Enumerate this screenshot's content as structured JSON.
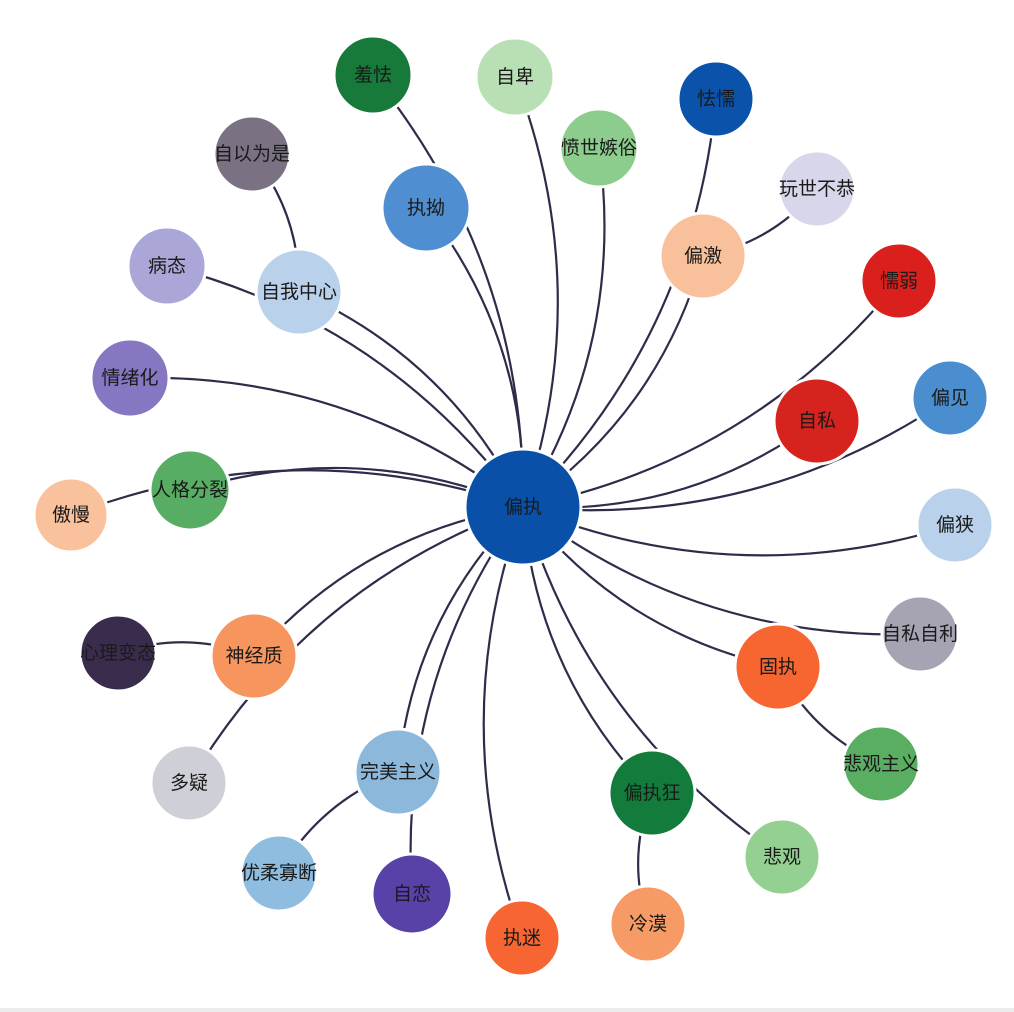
{
  "center": {
    "id": "c",
    "label": "偏执",
    "color": "#0b50a8"
  },
  "nodes": [
    {
      "id": "n1",
      "label": "羞怯",
      "color": "#177a3b"
    },
    {
      "id": "n2",
      "label": "自卑",
      "color": "#b9e0b4"
    },
    {
      "id": "n3",
      "label": "怯懦",
      "color": "#0b52ab"
    },
    {
      "id": "n4",
      "label": "愤世嫉俗",
      "color": "#8ccc8c"
    },
    {
      "id": "n5",
      "label": "自以为是",
      "color": "#7a7283"
    },
    {
      "id": "n6",
      "label": "执拗",
      "color": "#4f8ed0"
    },
    {
      "id": "n7",
      "label": "玩世不恭",
      "color": "#d7d6ea"
    },
    {
      "id": "n8",
      "label": "偏激",
      "color": "#f9c19b"
    },
    {
      "id": "n9",
      "label": "病态",
      "color": "#aaa6d8"
    },
    {
      "id": "n10",
      "label": "自我中心",
      "color": "#b9d1eb"
    },
    {
      "id": "n11",
      "label": "懦弱",
      "color": "#d9201d"
    },
    {
      "id": "n12",
      "label": "情绪化",
      "color": "#8777c2"
    },
    {
      "id": "n13",
      "label": "偏见",
      "color": "#4b8ecf"
    },
    {
      "id": "n14",
      "label": "自私",
      "color": "#d6231e"
    },
    {
      "id": "n15",
      "label": "人格分裂",
      "color": "#57ad63"
    },
    {
      "id": "n16",
      "label": "傲慢",
      "color": "#f9c29d"
    },
    {
      "id": "n17",
      "label": "偏狭",
      "color": "#b9d1eb"
    },
    {
      "id": "n18",
      "label": "自私自利",
      "color": "#a6a4b2"
    },
    {
      "id": "n19",
      "label": "心理变态",
      "color": "#3a2c4d"
    },
    {
      "id": "n20",
      "label": "神经质",
      "color": "#f6955e"
    },
    {
      "id": "n21",
      "label": "固执",
      "color": "#f76531"
    },
    {
      "id": "n22",
      "label": "多疑",
      "color": "#cfcfd7"
    },
    {
      "id": "n23",
      "label": "完美主义",
      "color": "#8cb8dc"
    },
    {
      "id": "n24",
      "label": "悲观主义",
      "color": "#5aae62"
    },
    {
      "id": "n25",
      "label": "偏执狂",
      "color": "#137c3c"
    },
    {
      "id": "n26",
      "label": "优柔寡断",
      "color": "#8fbde0"
    },
    {
      "id": "n27",
      "label": "悲观",
      "color": "#93d091"
    },
    {
      "id": "n28",
      "label": "自恋",
      "color": "#5842a8"
    },
    {
      "id": "n29",
      "label": "冷漠",
      "color": "#f79b66"
    },
    {
      "id": "n30",
      "label": "执迷",
      "color": "#f76532"
    }
  ],
  "edges": [
    {
      "from": "c",
      "to": "n1"
    },
    {
      "from": "c",
      "to": "n2"
    },
    {
      "from": "c",
      "to": "n3"
    },
    {
      "from": "c",
      "to": "n4"
    },
    {
      "from": "n10",
      "to": "n5"
    },
    {
      "from": "c",
      "to": "n6"
    },
    {
      "from": "n8",
      "to": "n7"
    },
    {
      "from": "c",
      "to": "n8"
    },
    {
      "from": "c",
      "to": "n9"
    },
    {
      "from": "c",
      "to": "n10"
    },
    {
      "from": "c",
      "to": "n11"
    },
    {
      "from": "c",
      "to": "n12"
    },
    {
      "from": "c",
      "to": "n13"
    },
    {
      "from": "c",
      "to": "n14"
    },
    {
      "from": "c",
      "to": "n15"
    },
    {
      "from": "c",
      "to": "n16"
    },
    {
      "from": "c",
      "to": "n17"
    },
    {
      "from": "c",
      "to": "n18"
    },
    {
      "from": "n20",
      "to": "n19"
    },
    {
      "from": "c",
      "to": "n20"
    },
    {
      "from": "c",
      "to": "n21"
    },
    {
      "from": "c",
      "to": "n22"
    },
    {
      "from": "c",
      "to": "n23"
    },
    {
      "from": "n21",
      "to": "n24"
    },
    {
      "from": "c",
      "to": "n25"
    },
    {
      "from": "n23",
      "to": "n26"
    },
    {
      "from": "c",
      "to": "n27"
    },
    {
      "from": "c",
      "to": "n28"
    },
    {
      "from": "n25",
      "to": "n29"
    },
    {
      "from": "c",
      "to": "n30"
    }
  ]
}
